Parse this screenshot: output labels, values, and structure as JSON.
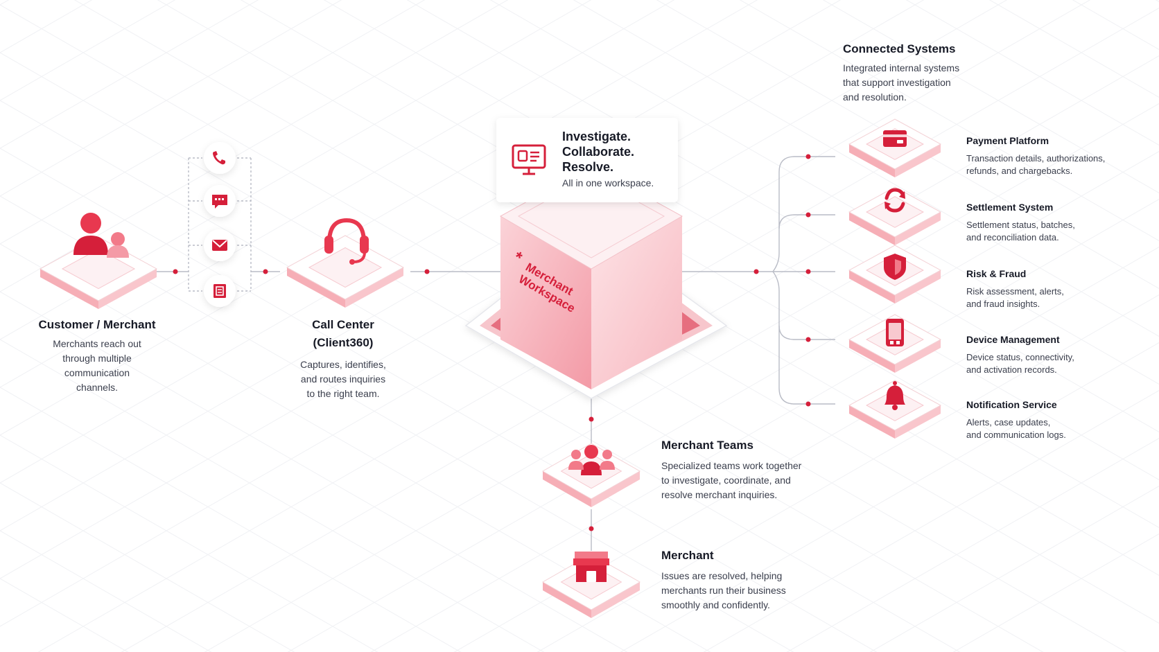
{
  "colors": {
    "accent": "#d51f3a",
    "accent_light": "#f6aeb6",
    "line": "#b9bcc6",
    "platform": "#fbe0e3"
  },
  "customer": {
    "title": "Customer / Merchant",
    "desc": [
      "Merchants reach out",
      "through multiple",
      "communication",
      "channels."
    ],
    "icon": "customers-icon"
  },
  "channels": [
    {
      "name": "phone",
      "icon": "phone-icon"
    },
    {
      "name": "chat",
      "icon": "chat-icon"
    },
    {
      "name": "email",
      "icon": "email-icon"
    },
    {
      "name": "form",
      "icon": "form-icon"
    }
  ],
  "call_center": {
    "title": [
      "Call Center",
      "(Client360)"
    ],
    "desc": [
      "Captures, identifies,",
      "and routes inquiries",
      "to the right team."
    ],
    "icon": "headset-icon"
  },
  "workspace": {
    "box_label": [
      "Merchant",
      "Workspace"
    ],
    "tagline": [
      "Investigate.",
      "Collaborate.",
      "Resolve."
    ],
    "tagline_sub": "All in one workspace.",
    "icon": "monitor-icon"
  },
  "connected": {
    "title": "Connected Systems",
    "desc": [
      "Integrated internal systems",
      "that support investigation",
      "and resolution."
    ],
    "systems": [
      {
        "title": "Payment Platform",
        "desc": [
          "Transaction details, authorizations,",
          "refunds, and chargebacks."
        ],
        "icon": "card-icon"
      },
      {
        "title": "Settlement System",
        "desc": [
          "Settlement status, batches,",
          "and reconciliation data."
        ],
        "icon": "sync-icon"
      },
      {
        "title": "Risk & Fraud",
        "desc": [
          "Risk assessment, alerts,",
          "and fraud insights."
        ],
        "icon": "shield-icon"
      },
      {
        "title": "Device Management",
        "desc": [
          "Device status, connectivity,",
          "and activation records."
        ],
        "icon": "device-icon"
      },
      {
        "title": "Notification Service",
        "desc": [
          "Alerts, case updates,",
          "and communication logs."
        ],
        "icon": "bell-icon"
      }
    ]
  },
  "teams": {
    "title": "Merchant Teams",
    "desc": [
      "Specialized teams work together",
      "to investigate, coordinate, and",
      "resolve merchant inquiries."
    ],
    "icon": "team-icon"
  },
  "merchant": {
    "title": "Merchant",
    "desc": [
      "Issues are resolved, helping",
      "merchants run their business",
      "smoothly and confidently."
    ],
    "icon": "store-icon"
  }
}
